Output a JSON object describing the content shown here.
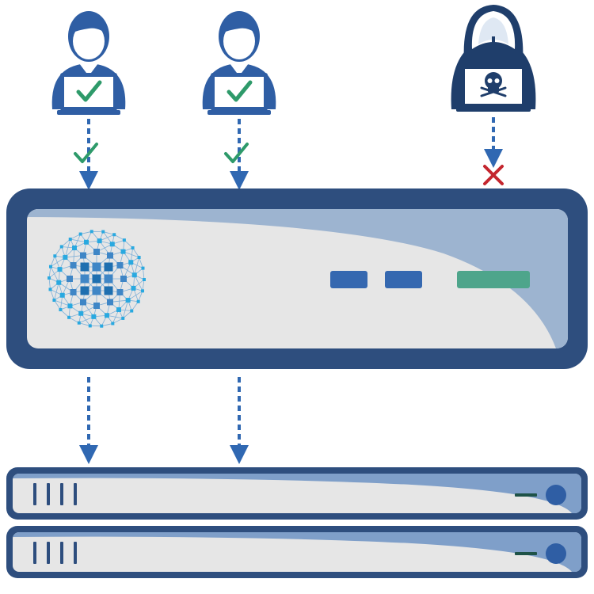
{
  "colors": {
    "navy": "#2e4e7e",
    "user_blue": "#2f5ea4",
    "hacker_navy": "#1f3e6b",
    "arrow_blue": "#3068b2",
    "check_green": "#2e9a6a",
    "cross_red": "#c4262e",
    "panel_gray": "#e6e6e6",
    "panel_blue": "#9db4d0",
    "server_blue": "#7f9fc9",
    "button_blue": "#3568b0",
    "button_green": "#4ea58b",
    "led_blue": "#2f5ea4",
    "led_dash": "#1e5247",
    "mesh_dark": "#1e6fb0",
    "mesh_light": "#29a9e0"
  },
  "actors": [
    {
      "role": "user",
      "access": "allowed"
    },
    {
      "role": "user",
      "access": "allowed"
    },
    {
      "role": "attacker",
      "access": "blocked"
    }
  ],
  "gateway": {
    "icon": "network-mesh-icon",
    "buttons": [
      "blue",
      "blue",
      "green"
    ]
  },
  "servers": [
    {
      "vents": 4,
      "status": "on"
    },
    {
      "vents": 4,
      "status": "on"
    }
  ]
}
